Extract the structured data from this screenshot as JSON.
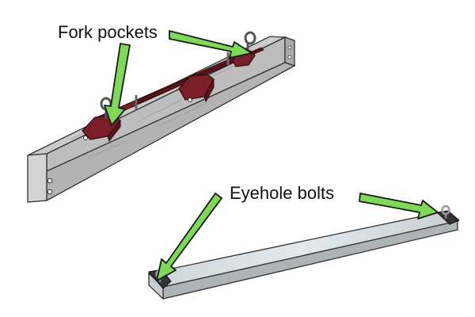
{
  "labels": {
    "fork_pockets": "Fork pockets",
    "eyehole_bolts": "Eyehole bolts"
  },
  "colors": {
    "arrow_fill": "#7ed957",
    "arrow_stroke": "#1a1a1a",
    "beam_top": "#c9c9c9",
    "beam_front": "#bdbdbd",
    "beam_end": "#cfcfcf",
    "bracket": "#7a1e28",
    "bracket_dark": "#5a141c",
    "bar_top": "#d6dde1",
    "bar_front": "#aeb3b6",
    "bar_endcap": "#333333",
    "outline": "#333333",
    "background": "#ffffff"
  },
  "icons": [
    "fork-pocket-bracket",
    "eyehole-bolt",
    "pointer-arrow"
  ]
}
